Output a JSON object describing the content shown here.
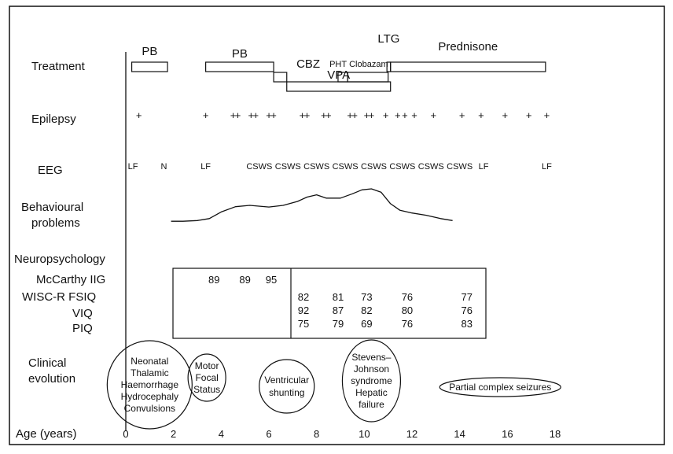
{
  "chart_data": {
    "type": "timeline",
    "axis": {
      "label": "Age (years)",
      "min": 0,
      "max": 18,
      "ticks": [
        0,
        2,
        4,
        6,
        8,
        10,
        12,
        14,
        16,
        18
      ]
    },
    "row_labels": {
      "treatment": "Treatment",
      "epilepsy": "Epilepsy",
      "eeg": "EEG",
      "behaviour_1": "Behavioural",
      "behaviour_2": "problems",
      "neuro": "Neuropsychology",
      "mccarthy": "McCarthy IIG",
      "wisc": "WISC-R FSIQ",
      "viq": "VIQ",
      "piq": "PIQ",
      "clinical_1": "Clinical",
      "clinical_2": "evolution"
    },
    "treatments": [
      {
        "name": "PB",
        "start": 0.25,
        "end": 1.75,
        "lane": 0
      },
      {
        "name": "PB",
        "start": 3.35,
        "end": 6.2,
        "lane": 0
      },
      {
        "name": "CBZ",
        "start": 6.2,
        "end": 6.75,
        "lane": 1
      },
      {
        "name": "VPA",
        "start": 6.75,
        "end": 11.1,
        "lane": 2
      },
      {
        "name": "PHT",
        "start": 8.9,
        "end": 9.3,
        "lane": 1
      },
      {
        "name": "Clobazam",
        "start": 9.3,
        "end": 11.0,
        "lane": 1
      },
      {
        "name": "LTG",
        "start": 10.95,
        "end": 11.1,
        "lane": 0
      },
      {
        "name": "Prednisone",
        "start": 11.1,
        "end": 17.6,
        "lane": 0
      }
    ],
    "seizures": {
      "symbol": "+",
      "ages": [
        0.55,
        3.35,
        4.5,
        4.7,
        5.25,
        5.45,
        6.0,
        6.2,
        7.4,
        7.6,
        8.3,
        8.5,
        9.4,
        9.6,
        10.1,
        10.3,
        10.9,
        11.4,
        11.7,
        12.1,
        12.9,
        14.1,
        14.9,
        15.9,
        16.9,
        17.65
      ]
    },
    "eeg": [
      {
        "age": 0.3,
        "label": "LF"
      },
      {
        "age": 1.6,
        "label": "N"
      },
      {
        "age": 3.35,
        "label": "LF"
      },
      {
        "age": 5.6,
        "label": "CSWS"
      },
      {
        "age": 6.8,
        "label": "CSWS"
      },
      {
        "age": 8.0,
        "label": "CSWS"
      },
      {
        "age": 9.2,
        "label": "CSWS"
      },
      {
        "age": 10.4,
        "label": "CSWS"
      },
      {
        "age": 11.6,
        "label": "CSWS"
      },
      {
        "age": 12.8,
        "label": "CSWS"
      },
      {
        "age": 14.0,
        "label": "CSWS"
      },
      {
        "age": 15.0,
        "label": "LF"
      },
      {
        "age": 17.65,
        "label": "LF"
      }
    ],
    "behaviour_curve": {
      "x": [
        1.9,
        2.4,
        3.0,
        3.5,
        4.0,
        4.6,
        5.2,
        6.0,
        6.6,
        7.2,
        7.6,
        8.0,
        8.4,
        9.0,
        9.5,
        9.9,
        10.3,
        10.7,
        11.1,
        11.5,
        12.0,
        12.6,
        13.2,
        13.7
      ],
      "y": [
        0.02,
        0.02,
        0.04,
        0.1,
        0.3,
        0.46,
        0.5,
        0.45,
        0.5,
        0.62,
        0.75,
        0.82,
        0.72,
        0.72,
        0.85,
        0.97,
        1.0,
        0.9,
        0.55,
        0.35,
        0.27,
        0.2,
        0.1,
        0.04
      ]
    },
    "mccarthy": [
      {
        "age": 3.7,
        "value": "89"
      },
      {
        "age": 5.0,
        "value": "89"
      },
      {
        "age": 6.1,
        "value": "95"
      }
    ],
    "wisc": {
      "fsiq": [
        {
          "age": 7.45,
          "value": "82"
        },
        {
          "age": 8.9,
          "value": "81"
        },
        {
          "age": 10.1,
          "value": "73"
        },
        {
          "age": 11.8,
          "value": "76"
        },
        {
          "age": 14.3,
          "value": "77"
        }
      ],
      "viq": [
        {
          "age": 7.45,
          "value": "92"
        },
        {
          "age": 8.9,
          "value": "87"
        },
        {
          "age": 10.1,
          "value": "82"
        },
        {
          "age": 11.8,
          "value": "80"
        },
        {
          "age": 14.3,
          "value": "76"
        }
      ],
      "piq": [
        {
          "age": 7.45,
          "value": "75"
        },
        {
          "age": 8.9,
          "value": "79"
        },
        {
          "age": 10.1,
          "value": "69"
        },
        {
          "age": 11.8,
          "value": "76"
        },
        {
          "age": 14.3,
          "value": "83"
        }
      ]
    },
    "clinical_events": [
      {
        "age": 1.0,
        "lines": [
          "Neonatal",
          "Thalamic",
          "Haemorrhage",
          "Hydrocephaly",
          "Convulsions"
        ]
      },
      {
        "age": 3.4,
        "lines": [
          "Motor",
          "Focal",
          "Status"
        ]
      },
      {
        "age": 6.75,
        "lines": [
          "Ventricular",
          "shunting"
        ]
      },
      {
        "age": 10.3,
        "lines": [
          "Stevens–",
          "Johnson",
          "syndrome",
          "Hepatic",
          "failure"
        ]
      },
      {
        "age": 15.7,
        "lines": [
          "Partial complex seizures"
        ]
      }
    ]
  }
}
